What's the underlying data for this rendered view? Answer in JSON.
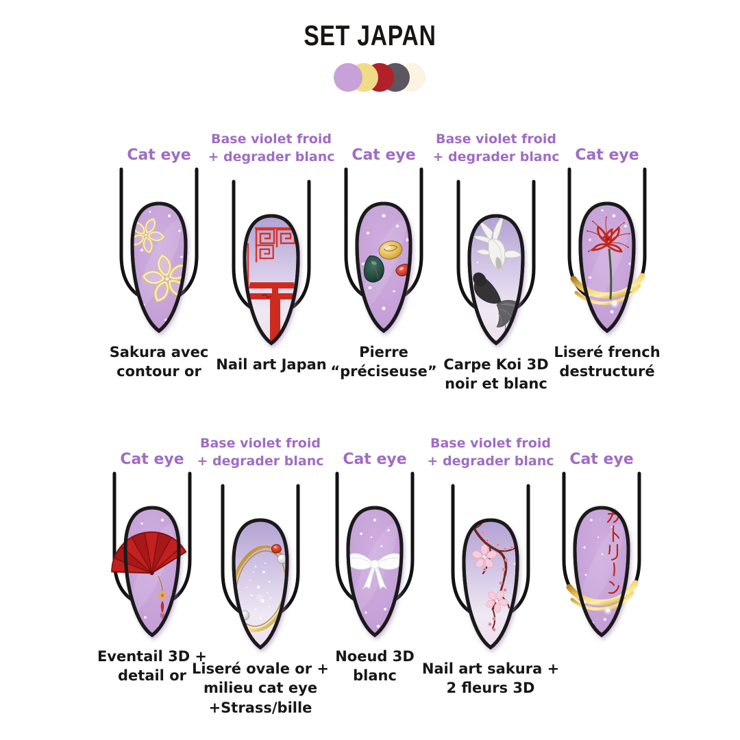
{
  "title": "SET JAPAN",
  "palette": [
    {
      "name": "lilac",
      "hex": "#c7a1d8"
    },
    {
      "name": "yellow",
      "hex": "#f1dc85"
    },
    {
      "name": "red",
      "hex": "#b2202a"
    },
    {
      "name": "charcoal",
      "hex": "#5c5660"
    },
    {
      "name": "cream",
      "hex": "#fcf3e3"
    }
  ],
  "colors": {
    "label_purple": "#a06cc3",
    "caption_black": "#171717",
    "nail_lilac": "#c3a0d6",
    "art_red": "#c6271e",
    "art_gold": "#d8a732"
  },
  "rows": [
    {
      "nails": [
        {
          "top_label": "Cat eye",
          "caption": "Sakura avec\ncontour or",
          "art": "sakura-gold-outline"
        },
        {
          "top_label": "Base violet froid\n+ degrader blanc",
          "caption": "Nail art Japan",
          "art": "torii-and-greek-spirals"
        },
        {
          "top_label": "Cat eye",
          "caption": "Pierre\n“préciseuse”",
          "art": "precious-stones"
        },
        {
          "top_label": "Base violet froid\n+ degrader blanc",
          "caption": "Carpe Koi 3D\nnoir et blanc",
          "art": "koi-black-white"
        },
        {
          "top_label": "Cat eye",
          "caption": "Liseré french\ndestructuré",
          "art": "spider-lily-gold-band"
        }
      ]
    },
    {
      "nails": [
        {
          "top_label": "Cat eye",
          "caption": "Eventail 3D +\ndetail or",
          "art": "red-fan-gold-tassel"
        },
        {
          "top_label": "Base violet froid\n+ degrader blanc",
          "caption": "Liseré ovale or +\nmilieu cat eye\n+Strass/bille",
          "art": "gold-oval-strass"
        },
        {
          "top_label": "Cat eye",
          "caption": "Noeud 3D\nblanc",
          "art": "white-bow"
        },
        {
          "top_label": "Base violet froid\n+ degrader blanc",
          "caption": "Nail art sakura +\n2 fleurs 3D",
          "art": "sakura-branch"
        },
        {
          "top_label": "Cat eye",
          "caption": "",
          "art": "katakana-gold-band"
        }
      ]
    }
  ]
}
